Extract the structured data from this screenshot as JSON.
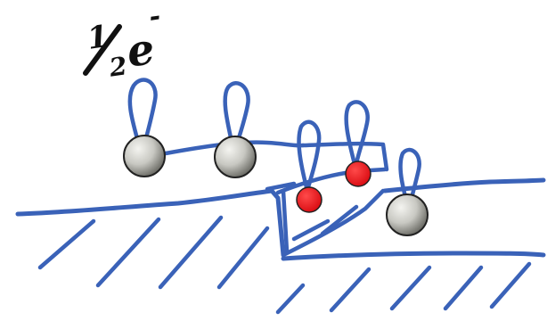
{
  "label": {
    "numerator": "1",
    "denominator": "2",
    "symbol": "e",
    "superscript": "-"
  },
  "colors": {
    "outline": "#3a62b8",
    "orbital": "#3a62b8",
    "hatch": "#3a62b8",
    "atom_gray_light": "#f2f2ee",
    "atom_gray_dark": "#7e7e78",
    "atom_red": "#e8131a",
    "ink": "#111111"
  },
  "legend_icons": [
    "half-electron-label"
  ],
  "atoms": {
    "surface_gray_count": 3,
    "step_red_count": 2
  }
}
